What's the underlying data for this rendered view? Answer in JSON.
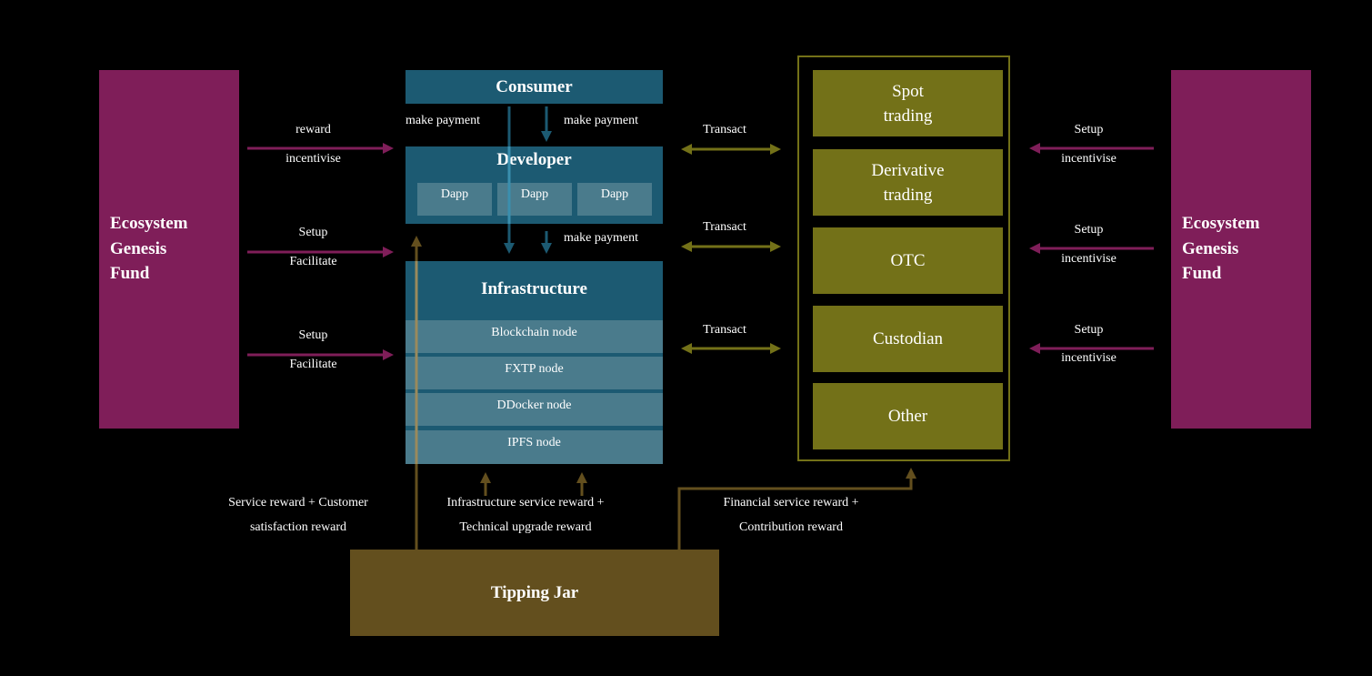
{
  "diagram": {
    "left_fund": {
      "label_lines": [
        "Ecosystem",
        "Genesis",
        "Fund"
      ]
    },
    "right_fund": {
      "label_lines": [
        "Ecosystem",
        "Genesis",
        "Fund"
      ]
    },
    "consumer": {
      "title": "Consumer"
    },
    "developer": {
      "title": "Developer",
      "dapps": [
        "Dapp",
        "Dapp",
        "Dapp"
      ]
    },
    "infrastructure": {
      "title": "Infrastructure",
      "nodes": [
        "Blockchain node",
        "FXTP node",
        "DDocker node",
        "IPFS node"
      ]
    },
    "exchanges": [
      {
        "lines": [
          "Spot",
          "trading"
        ]
      },
      {
        "lines": [
          "Derivative",
          "trading"
        ]
      },
      {
        "lines": [
          "OTC"
        ]
      },
      {
        "lines": [
          "Custodian"
        ]
      },
      {
        "lines": [
          "Other"
        ]
      }
    ],
    "tipping_jar": {
      "title": "Tipping Jar"
    },
    "left_arrows": [
      {
        "top": "reward",
        "bottom": "incentivise"
      },
      {
        "top": "Setup",
        "bottom": "Facilitate"
      },
      {
        "top": "Setup",
        "bottom": "Facilitate"
      }
    ],
    "right_arrows": [
      {
        "top": "Setup",
        "bottom": "incentivise"
      },
      {
        "top": "Setup",
        "bottom": "incentivise"
      },
      {
        "top": "Setup",
        "bottom": "incentivise"
      }
    ],
    "transact_arrows": [
      "Transact",
      "Transact",
      "Transact"
    ],
    "payments": {
      "consumer_left": "make payment",
      "consumer_right": "make payment",
      "developer_right": "make payment"
    },
    "rewards": {
      "service": [
        "Service reward + Customer",
        "satisfaction reward"
      ],
      "infrastructure": [
        "Infrastructure service reward +",
        "Technical upgrade reward"
      ],
      "financial": [
        "Financial service reward +",
        "Contribution reward"
      ]
    },
    "colors": {
      "fund": "#7f1e59",
      "blue": "#1c5a72",
      "light_blue": "#4a7b8c",
      "olive": "#737118",
      "brown": "#634f1e"
    }
  }
}
